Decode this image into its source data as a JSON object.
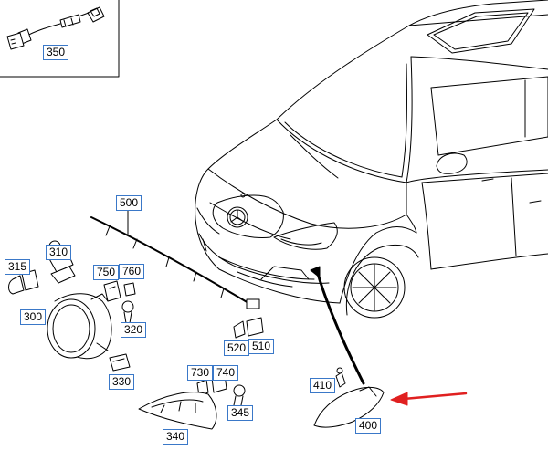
{
  "colors": {
    "line": "#000000",
    "callout_border": "#3a78c8",
    "arrow": "#e02020",
    "background": "#ffffff"
  },
  "callouts": {
    "c350": "350",
    "c500": "500",
    "c310": "310",
    "c315": "315",
    "c750": "750",
    "c760": "760",
    "c300": "300",
    "c320": "320",
    "c330": "330",
    "c520": "520",
    "c510": "510",
    "c730": "730",
    "c740": "740",
    "c410": "410",
    "c345": "345",
    "c340": "340",
    "c400": "400"
  }
}
